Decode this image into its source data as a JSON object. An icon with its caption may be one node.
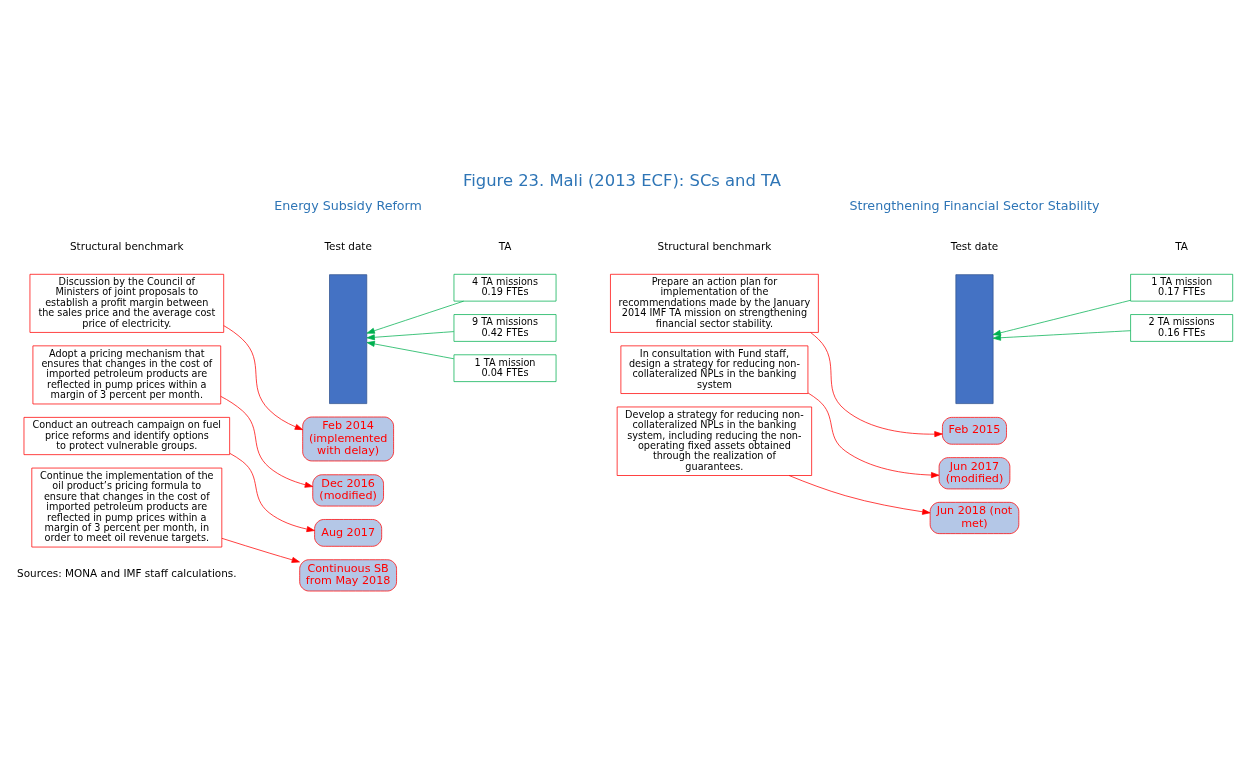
{
  "diagram": {
    "title": "Figure 23. Mali (2013 ECF): SCs and TA",
    "caption": "Sources: MONA and IMF staff calculations.",
    "nodes": [
      {
        "text": [],
        "shape": "bar"
      },
      {
        "text": [
          "Discussion by the Council of Ministers of joint proposals to establish a profit margin between the sales price and the average cost price of electricity."
        ]
      },
      {
        "text": [
          "Feb 2014 (implemented with delay)"
        ]
      },
      {
        "text": [
          "4 TA missions 0.19 FTEs"
        ]
      },
      {
        "text": [
          "Adopt a pricing mechanism that ensures that changes in the cost of imported petroleum products are reflected in pump prices within a margin of 3 percent per month."
        ]
      },
      {
        "text": [
          "Dec 2016 (modified)"
        ]
      },
      {
        "text": [
          "9 TA missions 0.42 FTEs"
        ]
      },
      {
        "text": [
          "Conduct an outreach campaign on fuel price reforms and identify options to protect vulnerable groups."
        ]
      },
      {
        "text": [
          "Aug 2017"
        ]
      },
      {
        "text": [
          "1 TA mission 0.04 FTEs"
        ]
      },
      {
        "text": [
          "Continue the implementation of the oil product’s pricing formula to ensure that changes in the cost of imported petroleum products are reflected in pump prices within a margin of 3 percent per month, in order to meet oil revenue targets."
        ]
      },
      {
        "text": [
          "Continuous SB from May 2018"
        ]
      },
      {
        "text": [],
        "shape": "bar"
      },
      {
        "text": [
          "Prepare an action plan for implementation of the recommendations made by the January 2014 IMF TA mission on strengthening financial sector stability."
        ]
      },
      {
        "text": [
          "1 TA mission 0.17 FTEs"
        ]
      },
      {
        "text": [
          "Feb 2015"
        ]
      },
      {
        "text": [
          "In consultation with Fund staff, design a strategy for reducing non-collateralized NPLs in the banking system"
        ]
      },
      {
        "text": [
          "2 TA missions 0.16 FTEs"
        ]
      },
      {
        "text": [
          "Jun 2017 (modified)"
        ]
      },
      {
        "text": [
          "Develop a strategy for reducing non-collateralized NPLs in the banking system, including reducing the non-operating fixed assets obtained through the realization of guarantees."
        ]
      },
      {
        "text": [
          "Jun 2018 (not met)"
        ]
      }
    ],
    "edges": [
      {
        "from": 1,
        "to": 2,
        "arrow": "to"
      },
      {
        "from": 3,
        "to": 0,
        "arrow": "to",
        "color": "#00b050"
      },
      {
        "from": 4,
        "to": 5,
        "arrow": "to"
      },
      {
        "from": 6,
        "to": 0,
        "arrow": "to",
        "color": "#00b050"
      },
      {
        "from": 7,
        "to": 8,
        "arrow": "to"
      },
      {
        "from": 9,
        "to": 0,
        "arrow": "to",
        "color": "#00b050"
      },
      {
        "from": 10,
        "to": 11,
        "arrow": "to"
      },
      {
        "from": 13,
        "to": 15,
        "arrow": "to"
      },
      {
        "from": 14,
        "to": 12,
        "arrow": "to",
        "color": "#00b050"
      },
      {
        "from": 16,
        "to": 18,
        "arrow": "to"
      },
      {
        "from": 17,
        "to": 12,
        "arrow": "to",
        "color": "#00b050"
      },
      {
        "from": 19,
        "to": 20,
        "arrow": "to"
      }
    ],
    "labels": [
      "Energy Subsidy Reform",
      "Strengthening Financial Sector Stability",
      "Structural benchmark",
      "Test date",
      "TA",
      "Structural benchmark",
      "Test date",
      "TA"
    ]
  }
}
